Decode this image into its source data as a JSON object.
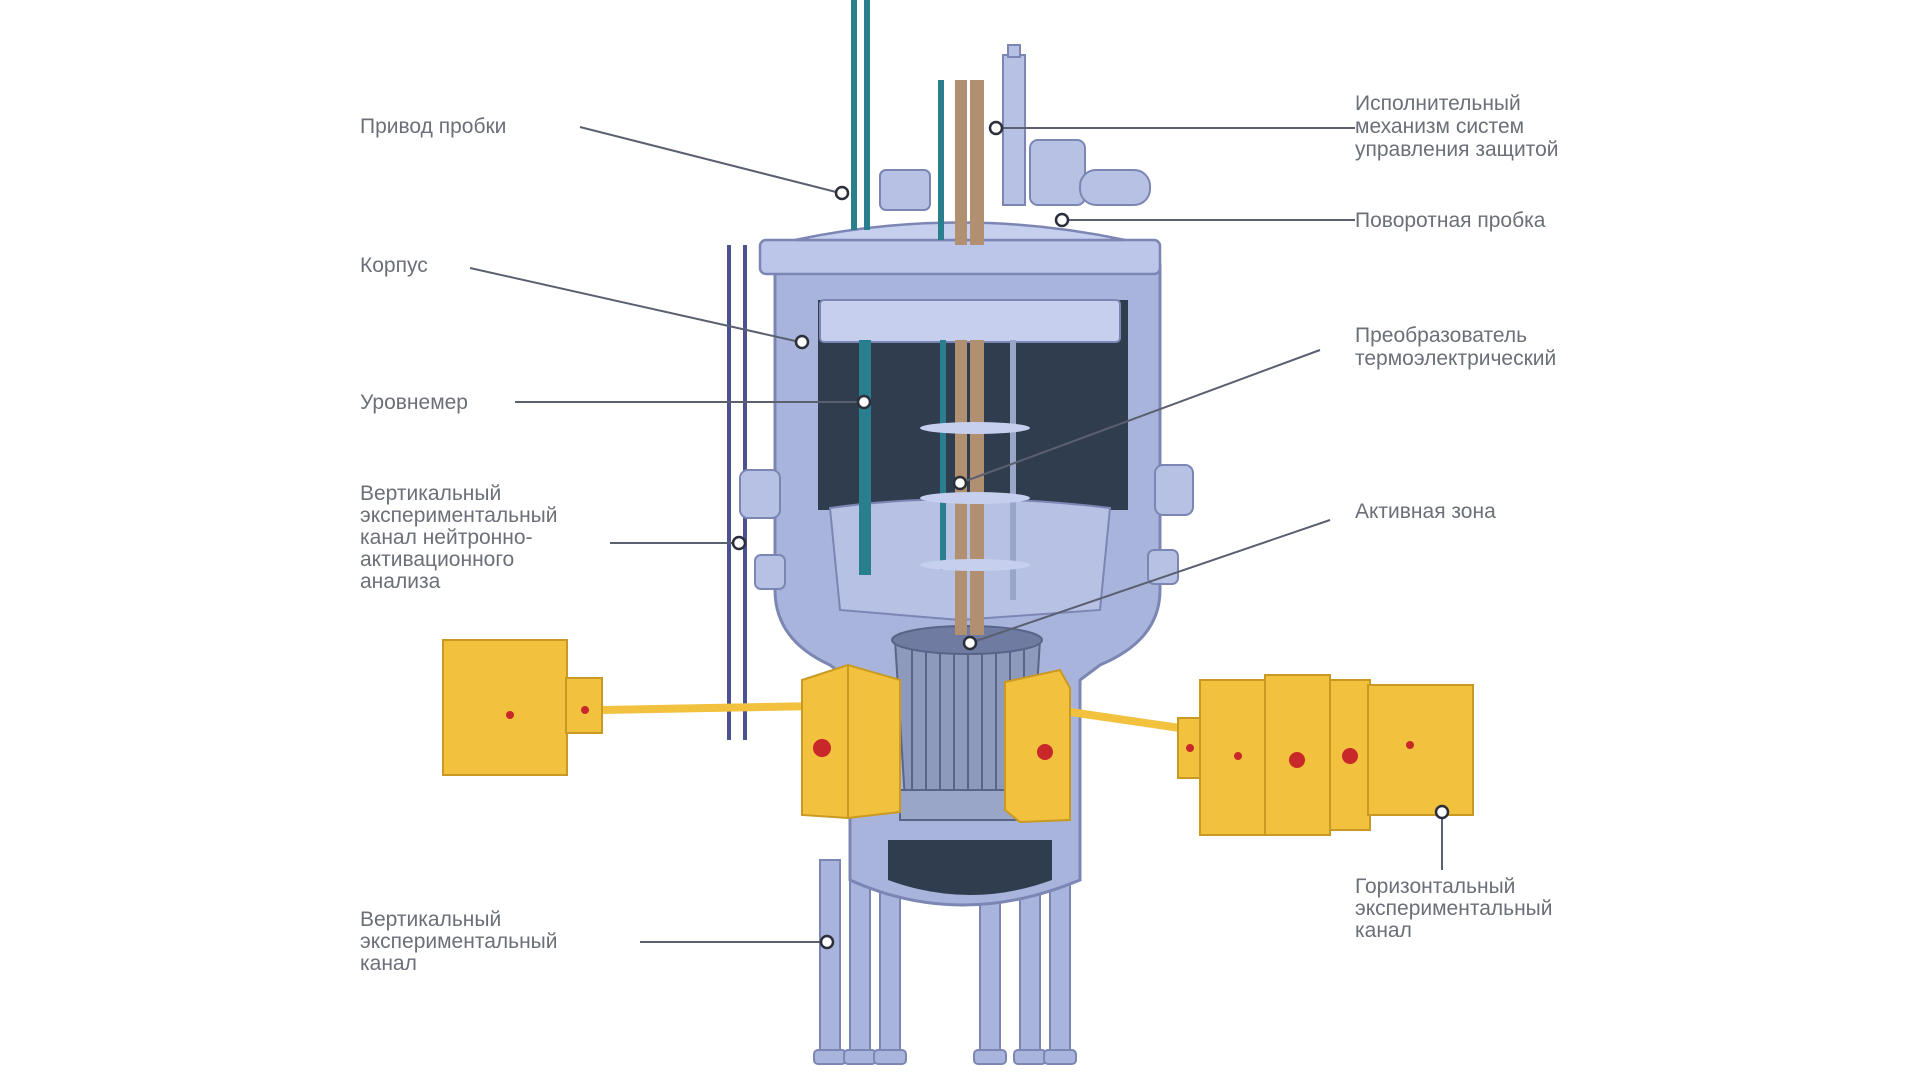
{
  "labels": {
    "drive_plug": "Привод пробки",
    "actuator_line1": "Исполнительный",
    "actuator_line2": "механизм систем",
    "actuator_line3": "управления защитой",
    "rotary_plug": "Поворотная пробка",
    "vessel": "Корпус",
    "thermo_line1": "Преобразователь",
    "thermo_line2": "термоэлектрический",
    "level_gauge": "Уровнемер",
    "vertical_nac_line1": "Вертикальный",
    "vertical_nac_line2": "экспериментальный",
    "vertical_nac_line3": "канал нейтронно-",
    "vertical_nac_line4": "активационного",
    "vertical_nac_line5": "анализа",
    "core": "Активная зона",
    "vertical_channel_line1": "Вертикальный",
    "vertical_channel_line2": "экспериментальный",
    "vertical_channel_line3": "канал",
    "horizontal_channel_line1": "Горизонтальный",
    "horizontal_channel_line2": "экспериментальный",
    "horizontal_channel_line3": "канал"
  },
  "colors": {
    "vessel_fill": "#a9b4dc",
    "vessel_stroke": "#7c86b4",
    "interior_dark": "#2f3d4e",
    "block_yellow": "#f2c13e",
    "block_stroke": "#c99a22",
    "red_marker": "#c8282a",
    "teal_rod": "#2a7f8f",
    "brown_rod": "#b09070"
  }
}
